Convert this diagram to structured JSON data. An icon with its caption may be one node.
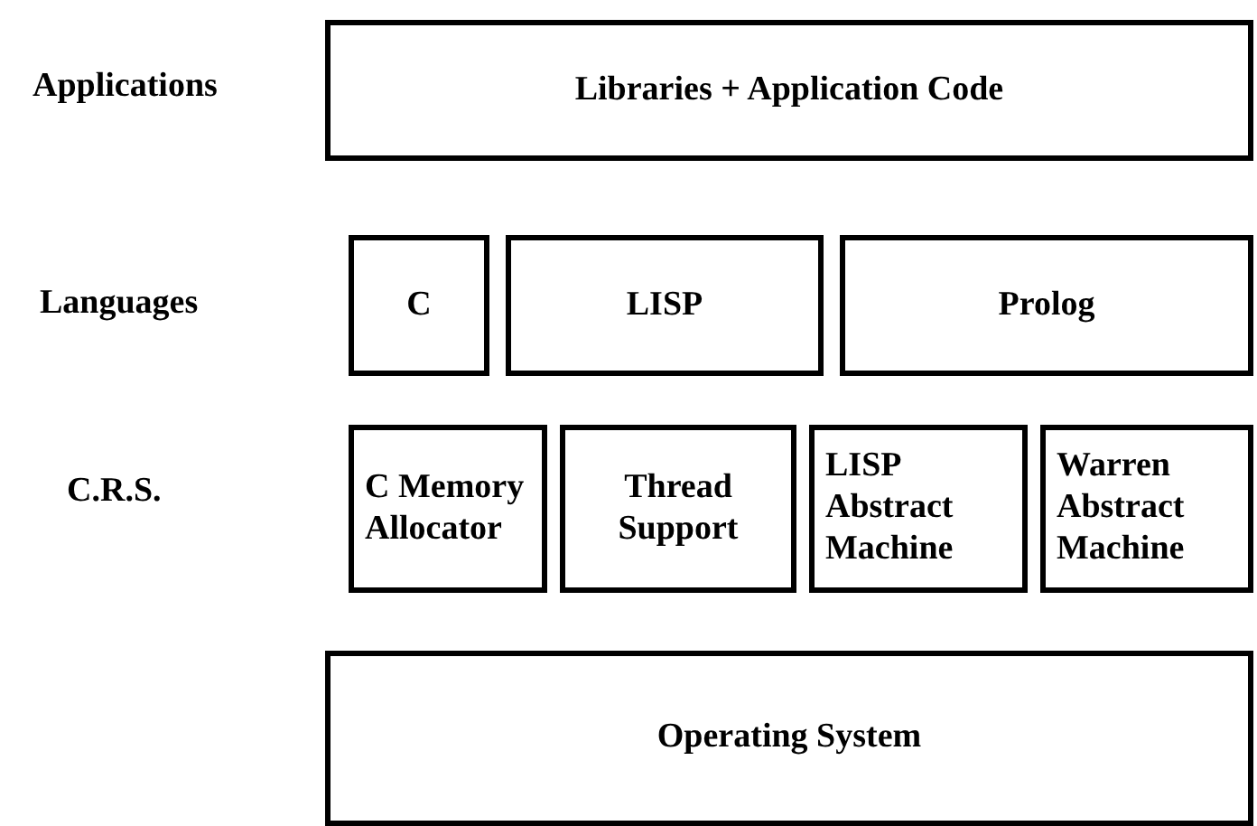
{
  "diagram": {
    "nodes": [
      {
        "text": [
          "Libraries + Application Code"
        ]
      },
      {
        "text": [
          "C"
        ]
      },
      {
        "text": [
          "LISP"
        ]
      },
      {
        "text": [
          "Prolog"
        ]
      },
      {
        "text": [
          "C Memory Allocator"
        ]
      },
      {
        "text": [
          "Thread Support"
        ]
      },
      {
        "text": [
          "LISP Abstract Machine"
        ]
      },
      {
        "text": [
          "Warren Abstract Machine"
        ]
      },
      {
        "text": [
          "Operating System"
        ]
      }
    ],
    "labels": [
      "Applications",
      "Languages",
      "C.R.S."
    ]
  }
}
